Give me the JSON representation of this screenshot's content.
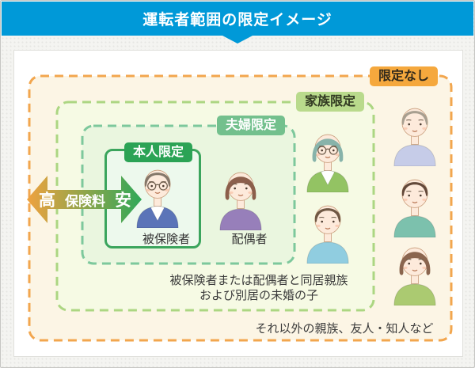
{
  "header": {
    "title": "運転者範囲の限定イメージ"
  },
  "palette": {
    "header_blue": "#0099d8",
    "none_label_bg": "#f5a83d",
    "none_border": "#f2a64e",
    "none_fill": "#fcf5e5",
    "family_label_bg": "#b9da8c",
    "family_border": "#acd682",
    "family_fill": "#f6fae4",
    "couple_label_bg": "#73c08d",
    "couple_border": "#7dc89c",
    "couple_fill": "#eaf6df",
    "self_label_bg": "#2ba355",
    "self_border": "#3ba55d",
    "self_fill": "#edf9ed",
    "arrow_gradient_left": "#f0a23f",
    "arrow_gradient_right": "#2fa858"
  },
  "diagram": {
    "levels": {
      "none": {
        "label": "限定なし",
        "caption": "それ以外の親族、友人・知人など"
      },
      "family": {
        "label": "家族限定",
        "caption_line1": "被保険者または配偶者と同居親族",
        "caption_line2": "および別居の未婚の子"
      },
      "couple": {
        "label": "夫婦限定"
      },
      "self": {
        "label": "本人限定"
      }
    },
    "arrow": {
      "left_label": "高",
      "center_label": "保険料",
      "right_label": "安"
    },
    "people": [
      {
        "role": "insured-man",
        "label": "被保険者",
        "hair": "#85786a",
        "shirt": "#5b74b8",
        "style": "short",
        "glasses": true,
        "undershirt": true
      },
      {
        "role": "spouse-woman",
        "label": "配偶者",
        "hair": "#8c5f4b",
        "shirt": "#977fba",
        "style": "bob",
        "glasses": false,
        "undershirt": false
      },
      {
        "role": "senior-woman",
        "hair": "#87b3aa",
        "shirt": "#93c363",
        "style": "bob",
        "glasses": true,
        "undershirt": true
      },
      {
        "role": "young-man",
        "hair": "#6f5844",
        "shirt": "#90cde0",
        "style": "short",
        "glasses": false,
        "undershirt": false
      },
      {
        "role": "senior-man",
        "hair": "#a89f90",
        "shirt": "#c6cce8",
        "style": "short",
        "glasses": false,
        "undershirt": false
      },
      {
        "role": "adult-man",
        "hair": "#63493a",
        "shirt": "#7cc1ad",
        "style": "short",
        "glasses": false,
        "undershirt": false
      },
      {
        "role": "adult-woman",
        "hair": "#8a654e",
        "shirt": "#abca71",
        "style": "bob",
        "glasses": false,
        "undershirt": false
      }
    ]
  }
}
